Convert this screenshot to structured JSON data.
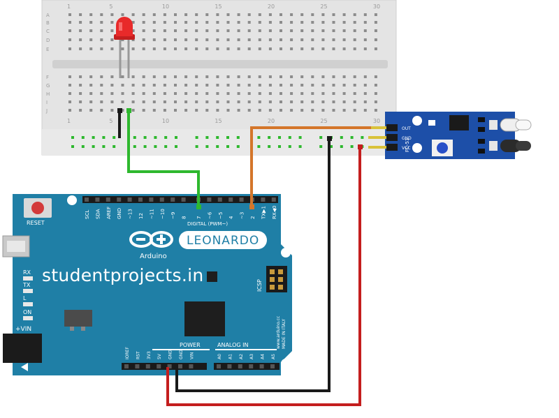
{
  "breadboard": {
    "column_numbers": [
      "1",
      "5",
      "10",
      "15",
      "20",
      "25",
      "30"
    ],
    "row_letters_top": [
      "A",
      "B",
      "C",
      "D",
      "E"
    ],
    "row_letters_bottom": [
      "F",
      "G",
      "H",
      "I",
      "J"
    ]
  },
  "arduino": {
    "reset_label": "RESET",
    "logo_text": "Arduino",
    "board_name": "LEONARDO",
    "digital_header_label": "DIGITAL (PWM~)",
    "digital_pins": [
      "SCL",
      "SDA",
      "AREF",
      "GND",
      "~13",
      "12",
      "~11",
      "~10",
      "~9",
      "8",
      "7",
      "~6",
      "~5",
      "4",
      "~3",
      "2",
      "TX▶1",
      "RX◀0"
    ],
    "power_header_label": "POWER",
    "power_pins": [
      "IOREF",
      "RST",
      "3V3",
      "5V",
      "GND",
      "GND",
      "VIN"
    ],
    "analog_header_label": "ANALOG IN",
    "analog_pins": [
      "A0",
      "A1",
      "A2",
      "A3",
      "A4",
      "A5"
    ],
    "led_labels": [
      "RX",
      "TX",
      "L",
      "ON"
    ],
    "vin_label": "+VIN",
    "icsp_label": "ICSP",
    "made_in_label": "www.arduino.cc",
    "made_in_label_2": "MADE IN ITALY"
  },
  "sensor": {
    "model": "FC-51",
    "pin_labels": [
      "OUT",
      "GND",
      "VCC"
    ]
  },
  "watermark": "studentprojects.in",
  "colors": {
    "board_blue": "#1f7fa6",
    "breadboard": "#e6e6e6",
    "wire_green": "#2eb82e",
    "wire_orange": "#d4762a",
    "wire_black": "#1a1a1a",
    "wire_red": "#c41e1e",
    "led_red": "#e82a2a",
    "sensor_blue": "#1d4fa8"
  }
}
